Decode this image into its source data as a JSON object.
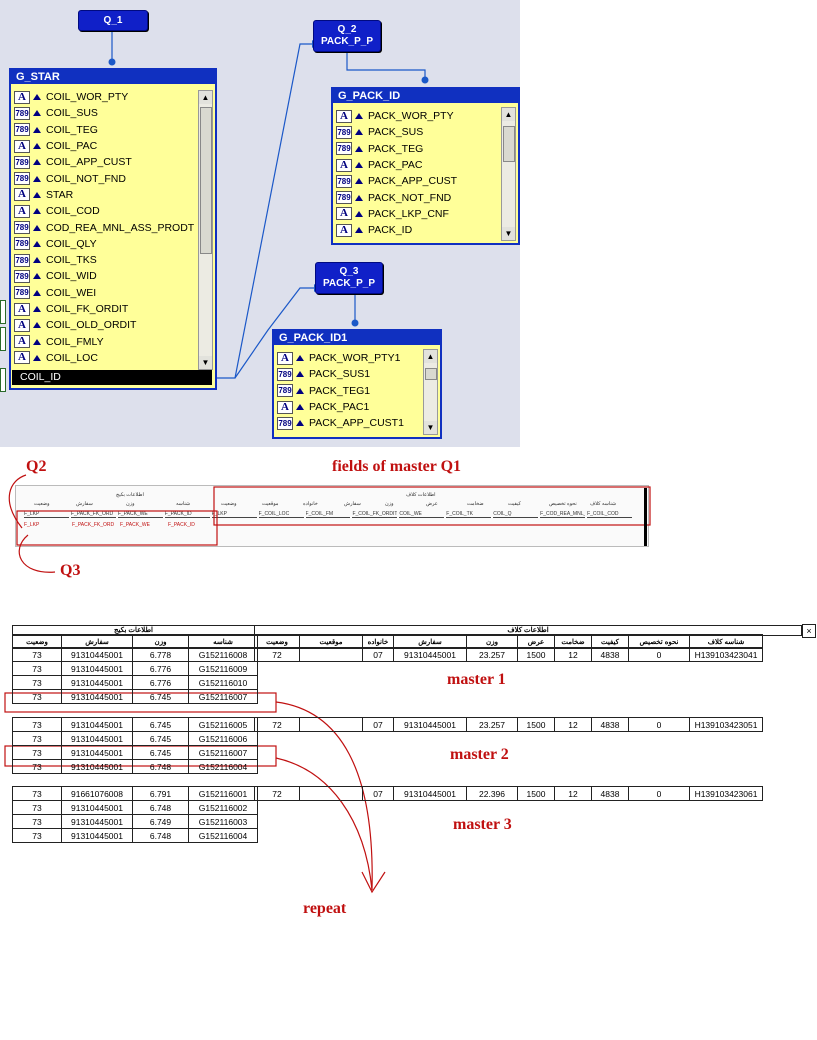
{
  "editor": {
    "queries": [
      {
        "name": "Q_1",
        "label": ""
      },
      {
        "name": "Q_2",
        "label": "PACK_P_P"
      },
      {
        "name": "Q_3",
        "label": "PACK_P_P"
      }
    ],
    "groups": [
      {
        "title": "G_STAR",
        "items": [
          {
            "icon": "A",
            "name": "COIL_WOR_PTY"
          },
          {
            "icon": "789",
            "name": "COIL_SUS"
          },
          {
            "icon": "789",
            "name": "COIL_TEG"
          },
          {
            "icon": "A",
            "name": "COIL_PAC"
          },
          {
            "icon": "789",
            "name": "COIL_APP_CUST"
          },
          {
            "icon": "789",
            "name": "COIL_NOT_FND"
          },
          {
            "icon": "A",
            "name": "STAR"
          },
          {
            "icon": "A",
            "name": "COIL_COD"
          },
          {
            "icon": "789",
            "name": "COD_REA_MNL_ASS_PRODT"
          },
          {
            "icon": "789",
            "name": "COIL_QLY"
          },
          {
            "icon": "789",
            "name": "COIL_TKS"
          },
          {
            "icon": "789",
            "name": "COIL_WID"
          },
          {
            "icon": "789",
            "name": "COIL_WEI"
          },
          {
            "icon": "A",
            "name": "COIL_FK_ORDIT"
          },
          {
            "icon": "A",
            "name": "COIL_OLD_ORDIT"
          },
          {
            "icon": "A",
            "name": "COIL_FMLY"
          },
          {
            "icon": "A",
            "name": "COIL_LOC"
          }
        ],
        "selected": "COIL_ID"
      },
      {
        "title": "G_PACK_ID",
        "items": [
          {
            "icon": "A",
            "name": "PACK_WOR_PTY"
          },
          {
            "icon": "789",
            "name": "PACK_SUS"
          },
          {
            "icon": "789",
            "name": "PACK_TEG"
          },
          {
            "icon": "A",
            "name": "PACK_PAC"
          },
          {
            "icon": "789",
            "name": "PACK_APP_CUST"
          },
          {
            "icon": "789",
            "name": "PACK_NOT_FND"
          },
          {
            "icon": "A",
            "name": "PACK_LKP_CNF"
          },
          {
            "icon": "A",
            "name": "PACK_ID"
          }
        ]
      },
      {
        "title": "G_PACK_ID1",
        "items": [
          {
            "icon": "A",
            "name": "PACK_WOR_PTY1"
          },
          {
            "icon": "789",
            "name": "PACK_SUS1"
          },
          {
            "icon": "789",
            "name": "PACK_TEG1"
          },
          {
            "icon": "A",
            "name": "PACK_PAC1"
          },
          {
            "icon": "789",
            "name": "PACK_APP_CUST1"
          }
        ]
      }
    ]
  },
  "annotations": {
    "q2": "Q2",
    "q3": "Q3",
    "fields_master": "fields of master  Q1",
    "master1": "master  1",
    "master2": "master  2",
    "master3": "master  3",
    "repeat": "repeat"
  },
  "layout_preview": {
    "left_header": "اطلاعات بکیج",
    "right_header": "اطلاعات کلاف",
    "left_cols": [
      "وضعیت",
      "سفارش",
      "وزن",
      "شناسه"
    ],
    "right_cols": [
      "وضعیت",
      "موقعیت",
      "خانواده",
      "سفارش",
      "وزن",
      "عرض",
      "ضخامت",
      "کیفیت",
      "نحوه تخصیص",
      "شناسه کلاف"
    ],
    "row1": [
      "F_LKP",
      "F_PACK_FK_ORD",
      "F_PACK_WE",
      "F_PACK_ID",
      "F_LKP",
      "F_COIL_LOC",
      "F_COIL_FM",
      "F_COIL_FK_ORDIT",
      "COIL_WE",
      "F_COIL_TK",
      "COIL_Q",
      "F_COD_REA_MNL_ASS",
      "F_COIL_COD"
    ],
    "row2": [
      "F_LKP",
      "F_PACK_FK_ORD",
      "F_PACK_WE",
      "F_PACK_ID"
    ]
  },
  "report": {
    "close_mark": "×",
    "left_header": "اطلاعات بکیج",
    "right_header": "اطلاعات کلاف",
    "left_cols": [
      "وضعیت",
      "سفارش",
      "وزن",
      "شناسه"
    ],
    "right_cols": [
      "وضعیت",
      "موقعیت",
      "خانواده",
      "سفارش",
      "وزن",
      "عرض",
      "ضخامت",
      "کیفیت",
      "نحوه تخصیص",
      "شناسه کلاف"
    ],
    "masters": [
      {
        "detail": [
          [
            "73",
            "91310445001",
            "6.778",
            "G152116008"
          ],
          [
            "73",
            "91310445001",
            "6.776",
            "G152116009"
          ],
          [
            "73",
            "91310445001",
            "6.776",
            "G152116010"
          ],
          [
            "73",
            "91310445001",
            "6.745",
            "G152116007"
          ]
        ],
        "master": [
          "72",
          "",
          "07",
          "91310445001",
          "23.257",
          "1500",
          "12",
          "4838",
          "0",
          "H139103423041"
        ]
      },
      {
        "detail": [
          [
            "73",
            "91310445001",
            "6.745",
            "G152116005"
          ],
          [
            "73",
            "91310445001",
            "6.745",
            "G152116006"
          ],
          [
            "73",
            "91310445001",
            "6.745",
            "G152116007"
          ],
          [
            "73",
            "91310445001",
            "6.748",
            "G152116004"
          ]
        ],
        "master": [
          "72",
          "",
          "07",
          "91310445001",
          "23.257",
          "1500",
          "12",
          "4838",
          "0",
          "H139103423051"
        ]
      },
      {
        "detail": [
          [
            "73",
            "91661076008",
            "6.791",
            "G152116001"
          ],
          [
            "73",
            "91310445001",
            "6.748",
            "G152116002"
          ],
          [
            "73",
            "91310445001",
            "6.749",
            "G152116003"
          ],
          [
            "73",
            "91310445001",
            "6.748",
            "G152116004"
          ]
        ],
        "master": [
          "72",
          "",
          "07",
          "91310445001",
          "22.396",
          "1500",
          "12",
          "4838",
          "0",
          "H139103423061"
        ]
      }
    ]
  }
}
